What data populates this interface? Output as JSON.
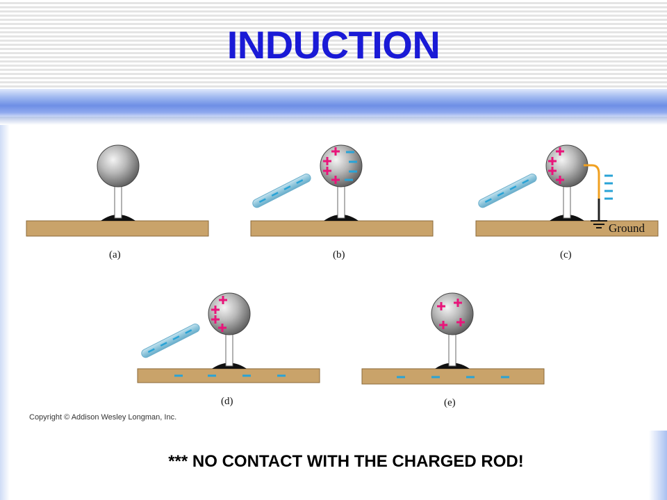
{
  "slide": {
    "title": "INDUCTION",
    "note": "*** NO CONTACT WITH THE CHARGED ROD!",
    "copyright": "Copyright © Addison Wesley Longman, Inc."
  },
  "diagram": {
    "ground_label": "Ground",
    "panels": [
      {
        "label": "(a)"
      },
      {
        "label": "(b)"
      },
      {
        "label": "(c)"
      },
      {
        "label": "(d)"
      },
      {
        "label": "(e)"
      }
    ],
    "colors": {
      "positive": "#e8157a",
      "negative": "#29a3d6",
      "table": "#c9a36a",
      "wire": "#f0a020",
      "title": "#1a1ad6"
    }
  }
}
